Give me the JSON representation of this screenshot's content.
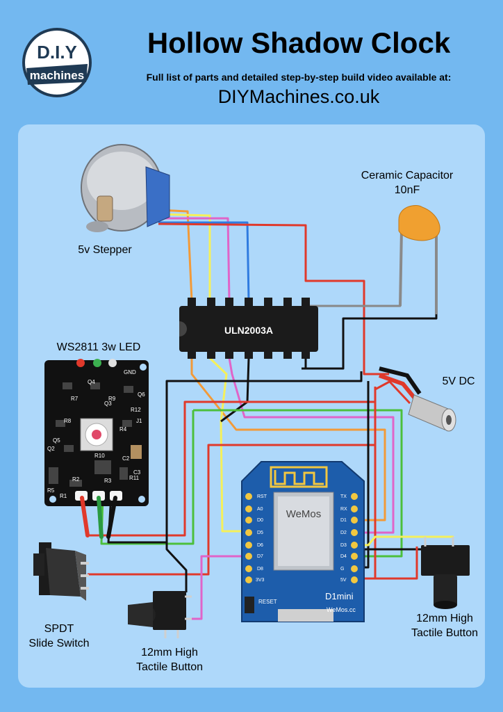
{
  "header": {
    "title": "Hollow Shadow Clock",
    "subtitle": "Full list of parts and detailed step-by-step build video available at:",
    "url": "DIYMachines.co.uk",
    "logo_top": "D.I.Y",
    "logo_bottom": "machines"
  },
  "components": {
    "stepper": "5v Stepper",
    "capacitor_name": "Ceramic Capacitor",
    "capacitor_value": "10nF",
    "driver": "ULN2003A",
    "led": "WS2811 3w LED",
    "dc_jack": "5V DC",
    "switch_l1": "SPDT",
    "switch_l2": "Slide Switch",
    "button_l1": "12mm High",
    "button_l2": "Tactile Button",
    "board_label": "D1mini",
    "board_brand": "WeMos.cc",
    "board_reset": "RESET",
    "chip_brand": "WeMos"
  },
  "led_board_labels": [
    "Q4",
    "Q3",
    "R7",
    "R9",
    "R8",
    "Q5",
    "Q2",
    "R12",
    "J1",
    "R4",
    "R10",
    "R3",
    "R2",
    "R1",
    "R5",
    "R11",
    "C2",
    "C3",
    "Q6",
    "GND"
  ],
  "board_pins_left": [
    "RST",
    "A0",
    "D0",
    "D5",
    "D6",
    "D7",
    "D8",
    "3V3"
  ],
  "board_pins_right": [
    "TX",
    "RX",
    "D1",
    "D2",
    "D3",
    "D4",
    "G",
    "5V"
  ],
  "wire_colors": {
    "red": "#e0392b",
    "black": "#111111",
    "orange": "#f29a38",
    "yellow": "#f5f05a",
    "pink": "#e064c8",
    "blue": "#2f7be0",
    "green": "#4cbf3c"
  }
}
